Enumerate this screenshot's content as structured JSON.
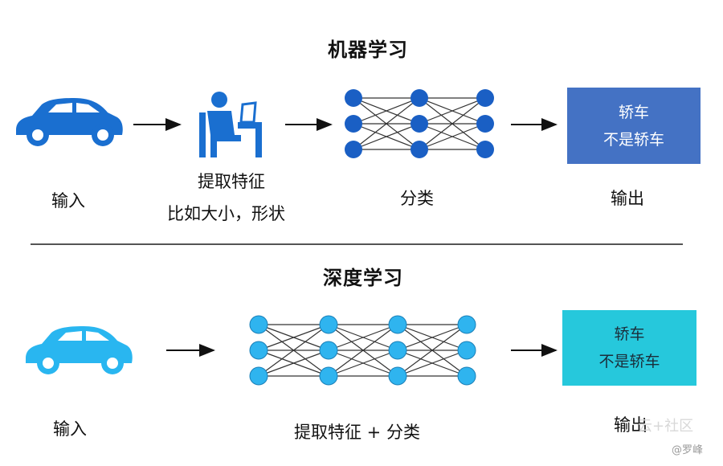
{
  "colors": {
    "ml_blue": "#1a6fd0",
    "ml_node": "#1a5fc4",
    "ml_output_bg": "#4472c4",
    "dl_cyan": "#29b6f0",
    "dl_node": "#2fb4ef",
    "dl_output_bg": "#26c8dc"
  },
  "ml": {
    "title": "机器学习",
    "input_label": "输入",
    "feature_label_1": "提取特征",
    "feature_label_2": "比如大小，形状",
    "classify_label": "分类",
    "output_label": "输出",
    "output_line_1": "轿车",
    "output_line_2": "不是轿车"
  },
  "dl": {
    "title": "深度学习",
    "input_label": "输入",
    "network_label": "提取特征 + 分类",
    "output_label": "输出",
    "output_line_1": "轿车",
    "output_line_2": "不是轿车"
  },
  "watermark": {
    "site": "云+社区",
    "author": "@罗峰"
  }
}
